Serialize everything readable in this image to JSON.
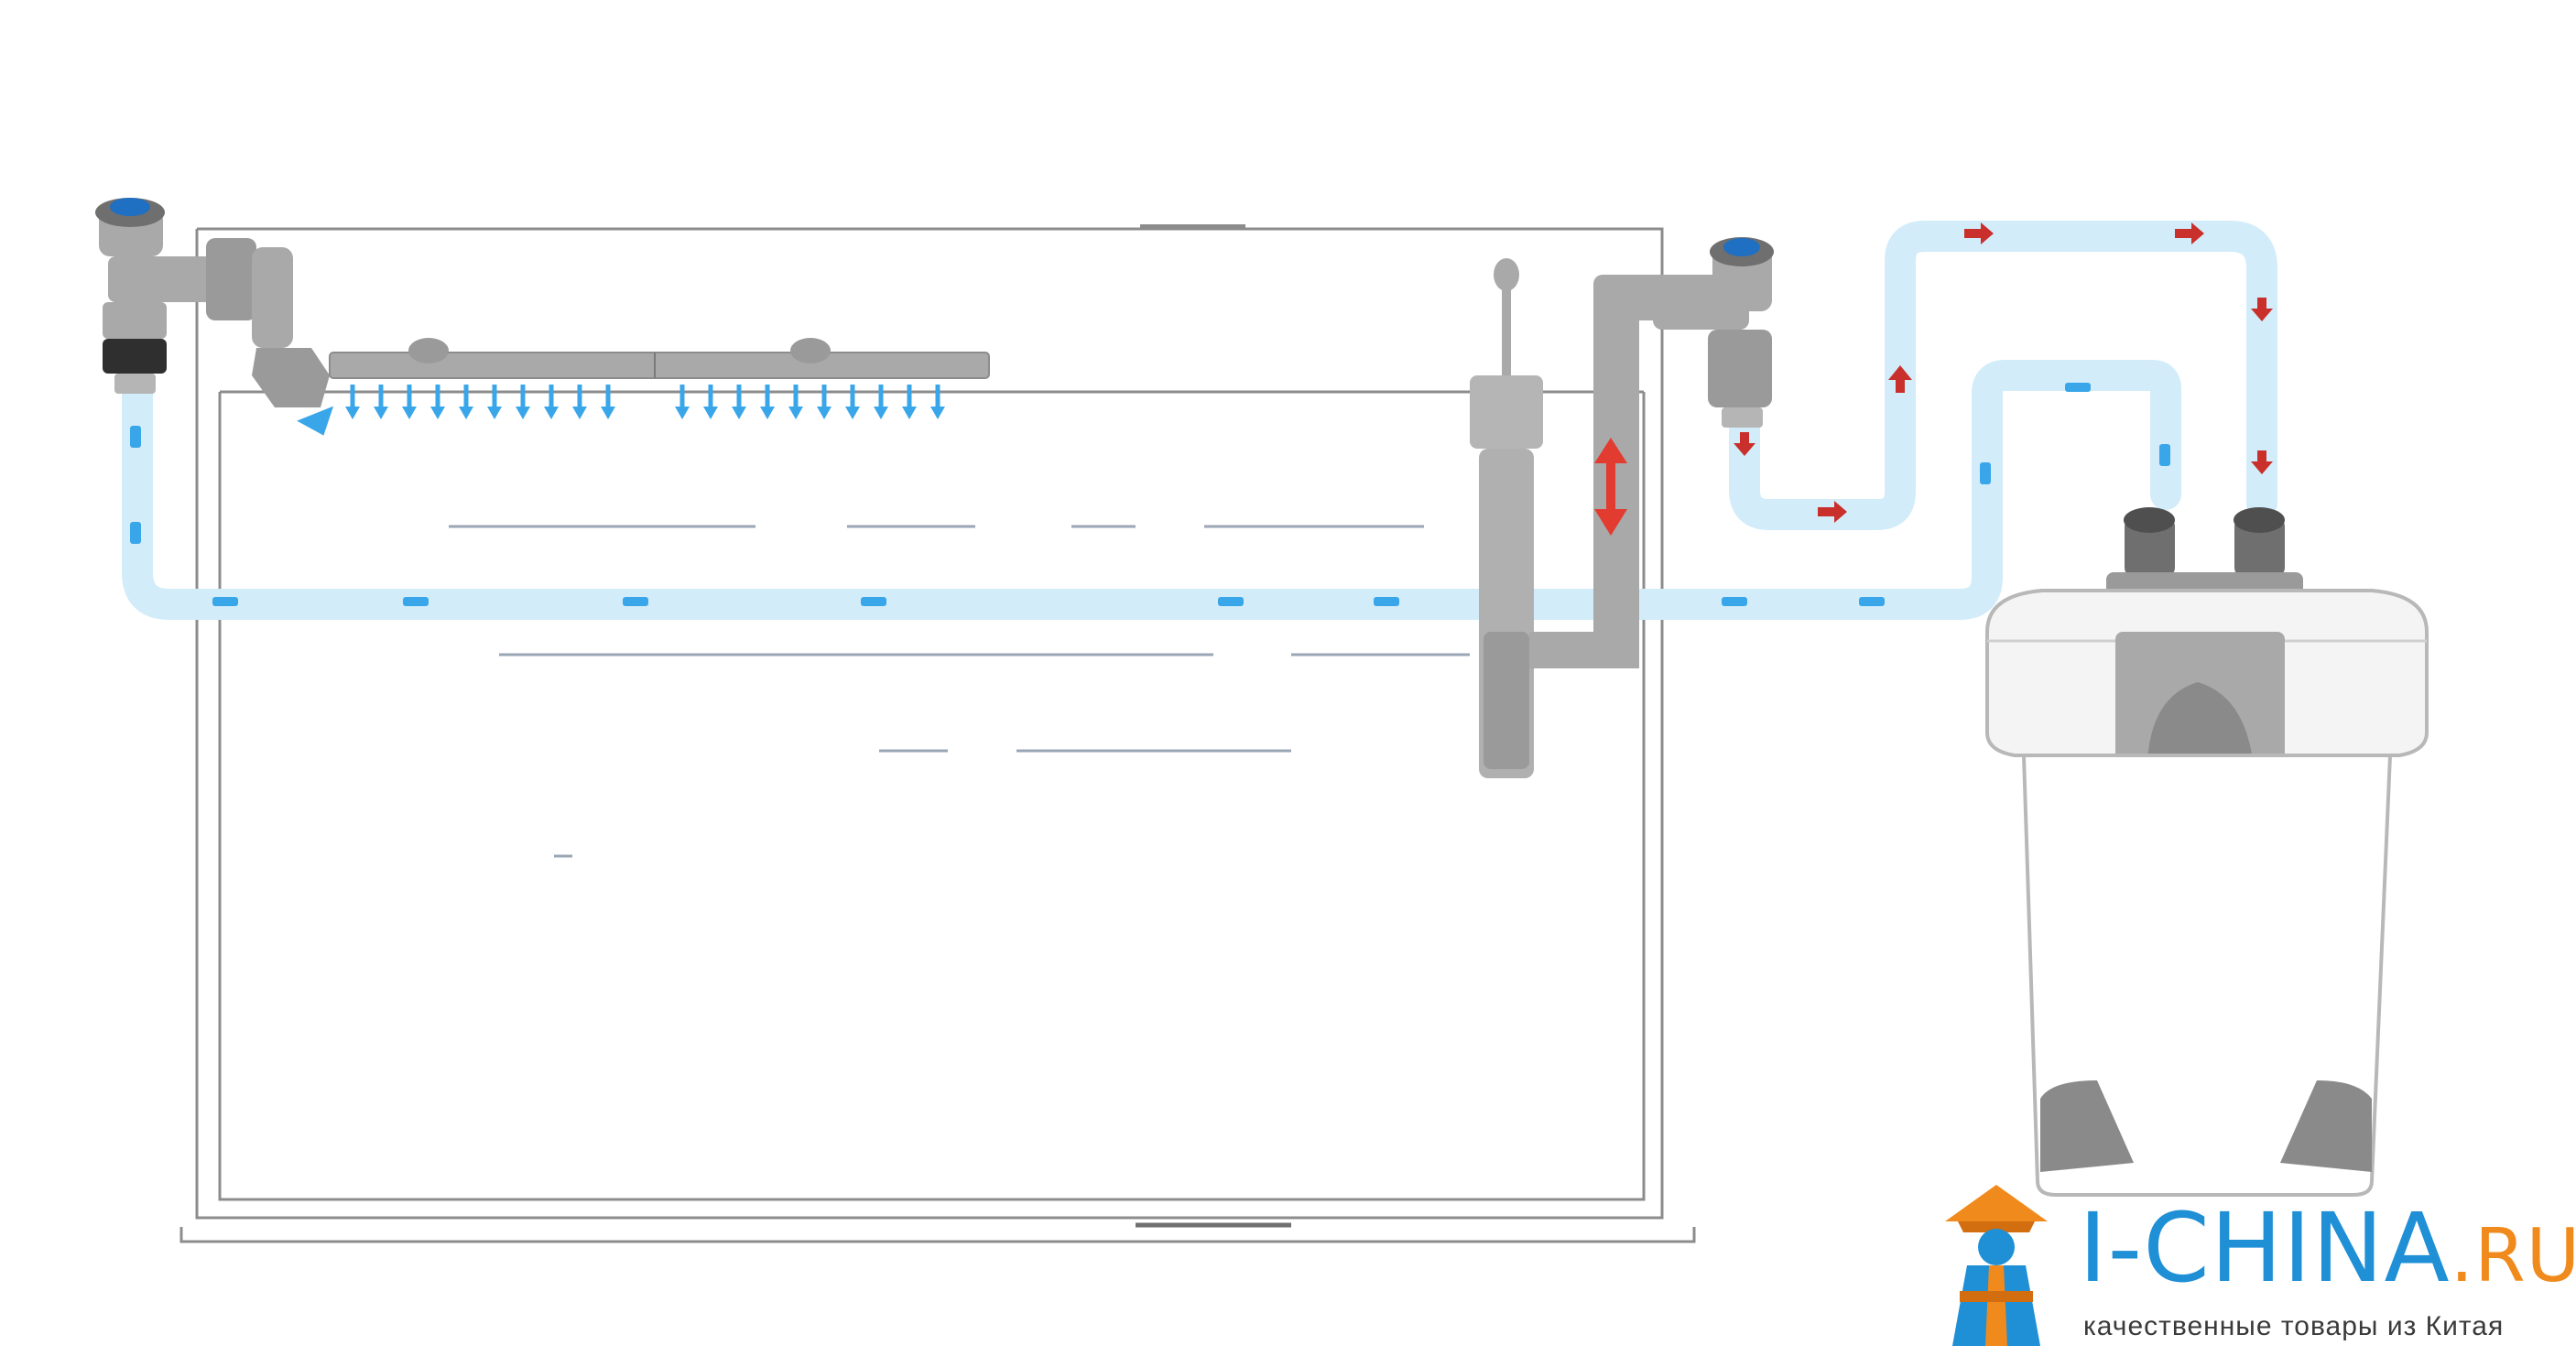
{
  "brand": {
    "name_main": "I-CHINA",
    "name_tld": ".RU",
    "tagline": "качественные товары из Китая"
  },
  "colors": {
    "flow_pipe": "#d2ecfa",
    "water_arrow": "#3aa6ea",
    "outflow_arrow": "#c9302c",
    "equipment_gray": "#a9a9a9",
    "equipment_dark": "#6f6f6f",
    "valve_blue": "#1f6fc2",
    "tank_line": "#8c8c8c",
    "water_line": "#9aa6b5",
    "brand_blue": "#1f8fd6",
    "brand_orange": "#f08a1c"
  },
  "icons": [
    "spray-bar-inlet-valve-icon",
    "spray-bar-icon",
    "intake-strainer-icon",
    "outlet-valve-icon",
    "canister-filter-icon",
    "brand-figure-icon"
  ]
}
